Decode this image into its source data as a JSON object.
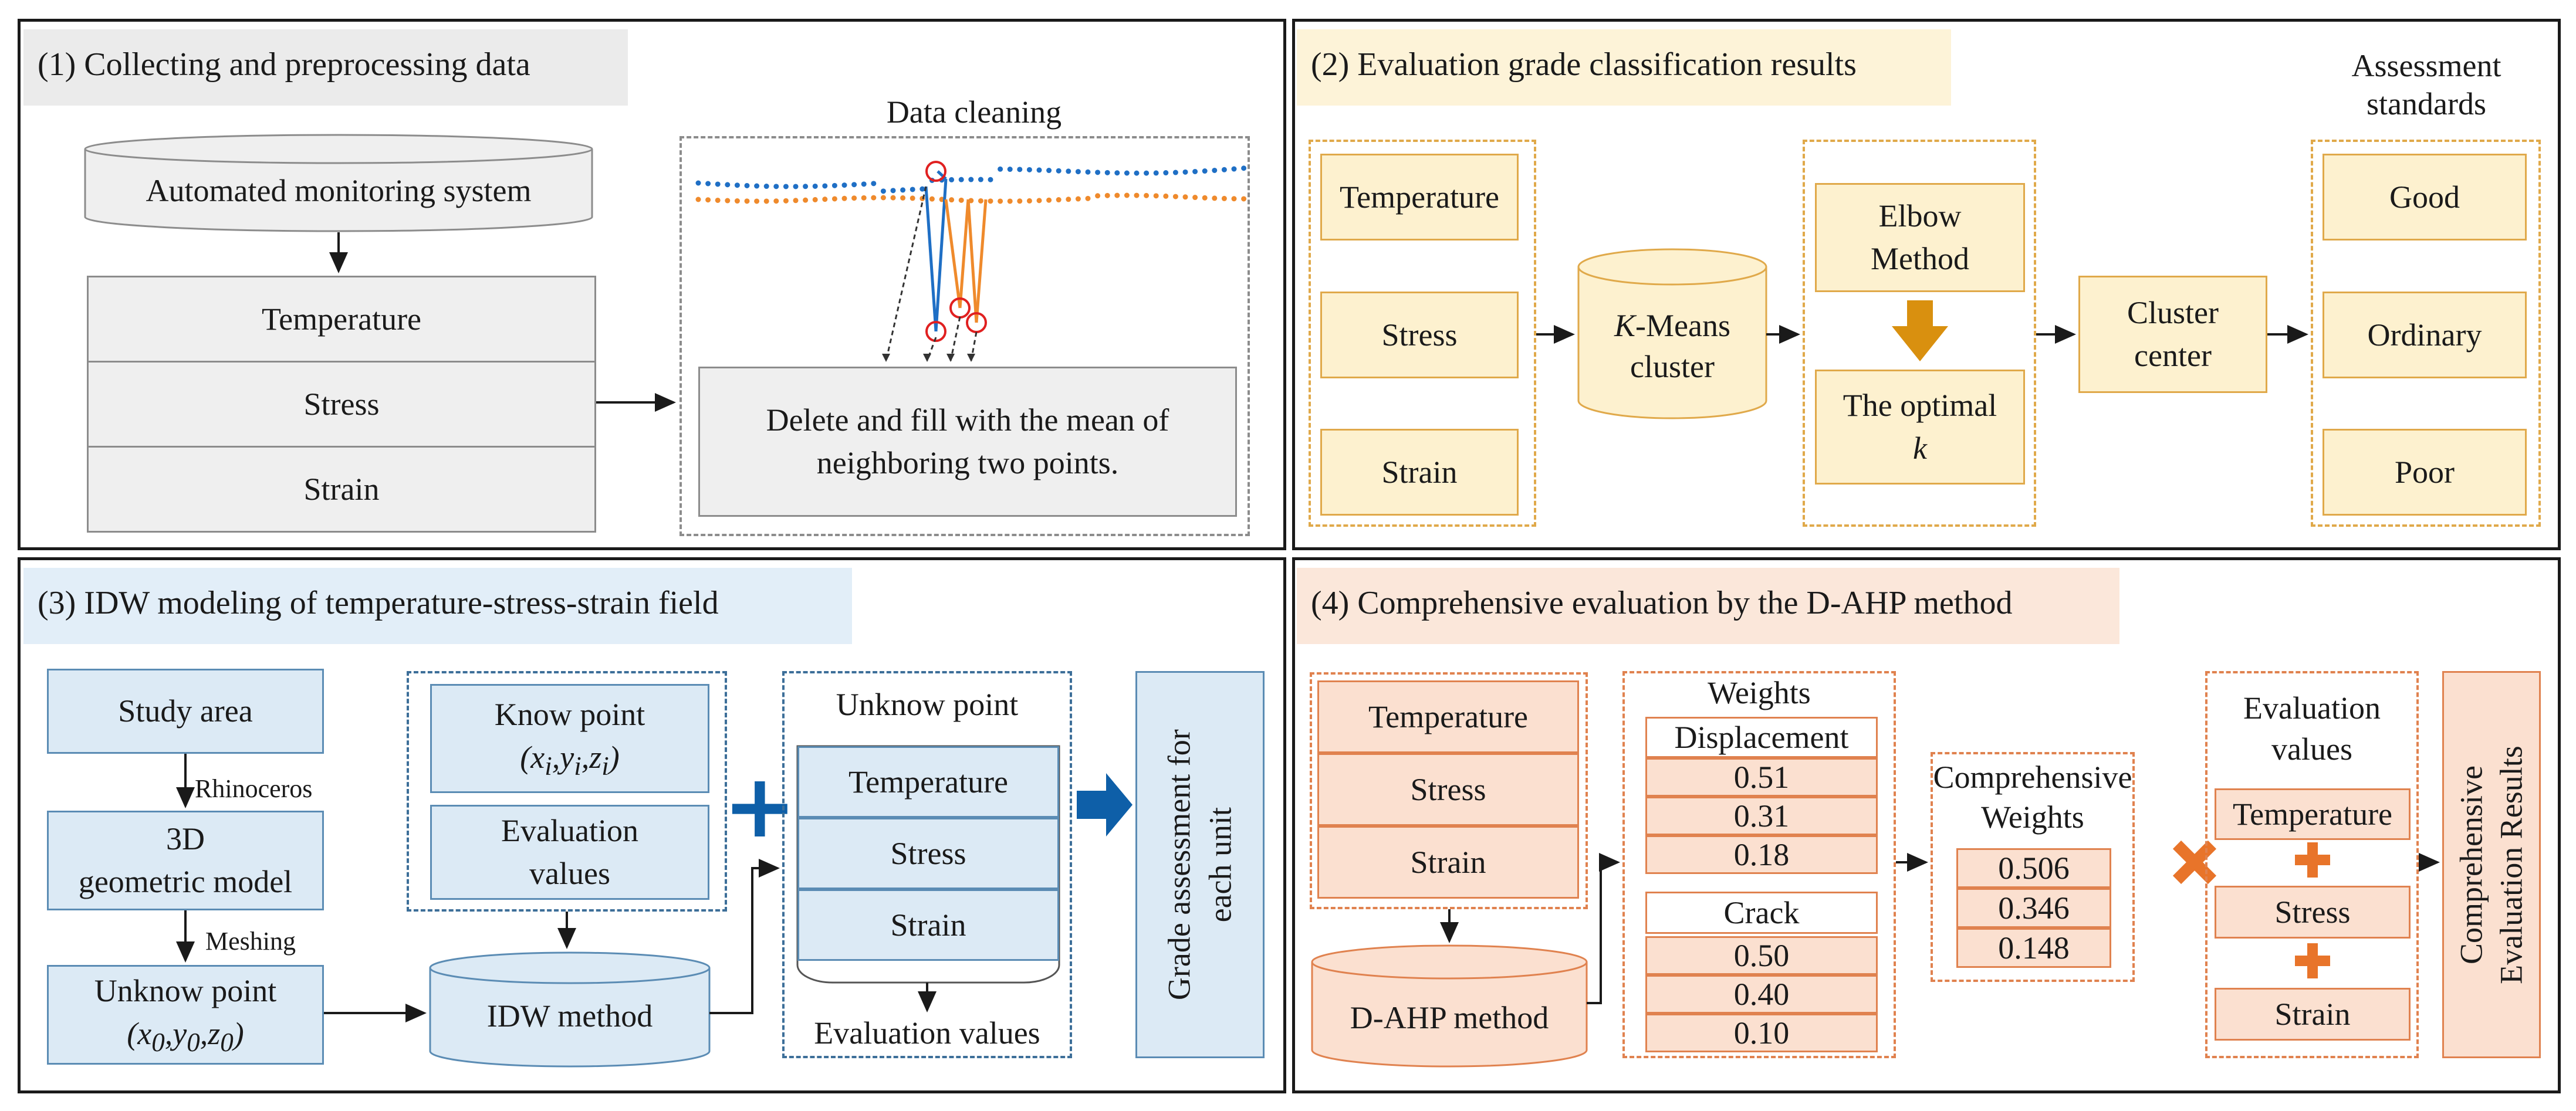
{
  "panel1": {
    "title": "(1) Collecting and preprocessing data",
    "system": "Automated monitoring system",
    "rows": [
      "Temperature",
      "Stress",
      "Strain"
    ],
    "cleaning_title": "Data cleaning",
    "cleaning_text_1": "Delete and fill with the mean of",
    "cleaning_text_2": "neighboring two points."
  },
  "panel2": {
    "title": "(2) Evaluation grade classification results",
    "inputs": [
      "Temperature",
      "Stress",
      "Strain"
    ],
    "kmeans_k": "K",
    "kmeans_rest": "-Means",
    "kmeans_line2": "cluster",
    "elbow_1": "Elbow",
    "elbow_2": "Method",
    "optimal_1": "The optimal",
    "optimal_2": "k",
    "cluster_center_1": "Cluster",
    "cluster_center_2": "center",
    "standards_title_1": "Assessment",
    "standards_title_2": "standards",
    "grades": [
      "Good",
      "Ordinary",
      "Poor"
    ]
  },
  "panel3": {
    "title": "(3)  IDW modeling of temperature-stress-strain field",
    "study_area": "Study area",
    "rhino_label": "Rhinoceros",
    "geo_model_1": "3D",
    "geo_model_2": "geometric model",
    "meshing_label": "Meshing",
    "unknow_point": "Unknow point",
    "known_point": "Know point",
    "eval_values_1": "Evaluation",
    "eval_values_2": "values",
    "idw_method": "IDW method",
    "unknow_title": "Unknow point",
    "fields": [
      "Temperature",
      "Stress",
      "Strain"
    ],
    "evaluation_values": "Evaluation values",
    "grade_1": "Grade assessment for",
    "grade_2": "each unit"
  },
  "panel4": {
    "title": "(4) Comprehensive evaluation by the D-AHP method",
    "inputs": [
      "Temperature",
      "Stress",
      "Strain"
    ],
    "dahp": "D-AHP method",
    "weights_title": "Weights",
    "displacement": "Displacement",
    "displacement_values": [
      "0.51",
      "0.31",
      "0.18"
    ],
    "crack": "Crack",
    "crack_values": [
      "0.50",
      "0.40",
      "0.10"
    ],
    "comp_weights_1": "Comprehensive",
    "comp_weights_2": "Weights",
    "comp_values": [
      "0.506",
      "0.346",
      "0.148"
    ],
    "eval_title_1": "Evaluation",
    "eval_title_2": "values",
    "eval_items": [
      "Temperature",
      "Stress",
      "Strain"
    ],
    "result_1": "Comprehensive",
    "result_2": "Evaluation Results"
  },
  "colors": {
    "orange_plus": "#e8742a",
    "blue_plus": "#0e5fa8",
    "yellow_arrow": "#d9900f",
    "series_blue": "#1f6fc5",
    "series_orange": "#ef8a2c",
    "outlier_red": "#e02020"
  }
}
